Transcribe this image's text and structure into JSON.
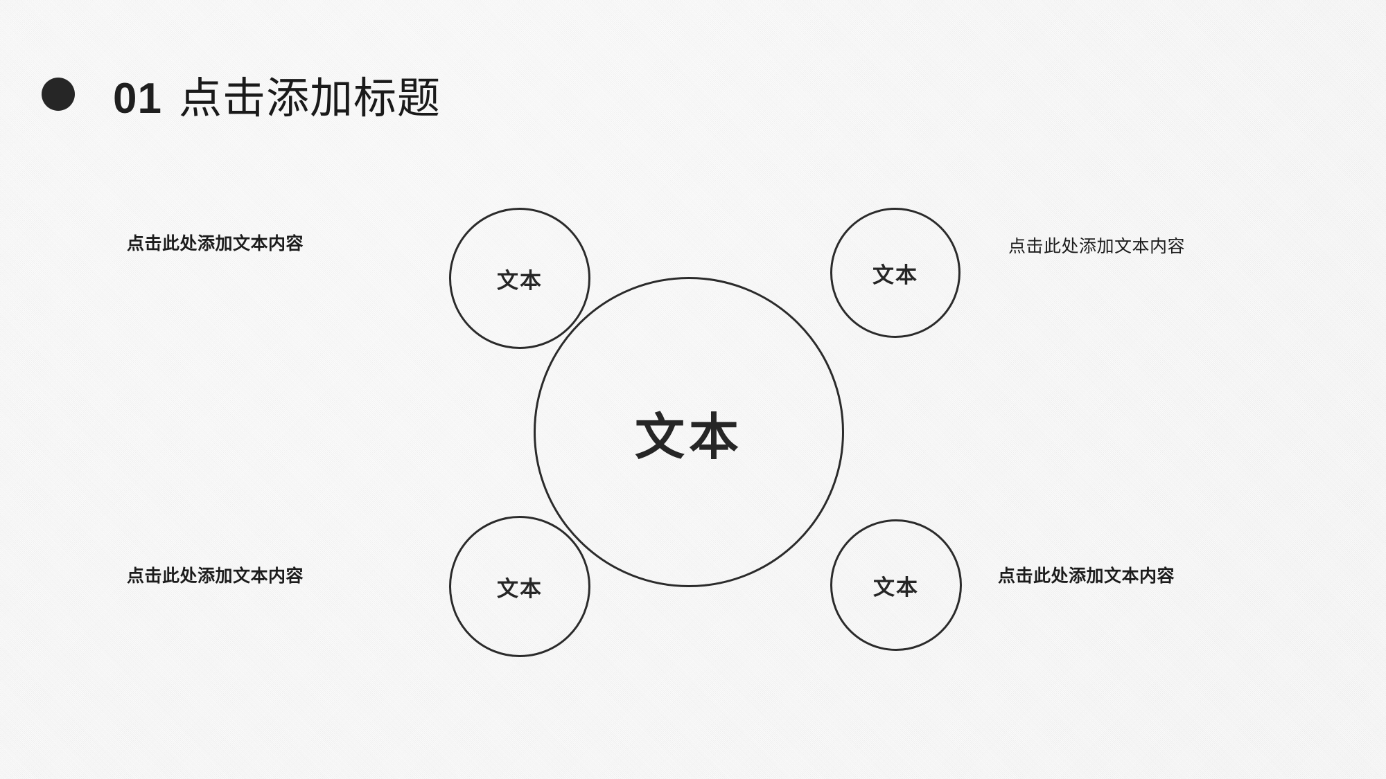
{
  "slide": {
    "background_color": "#f2f2f2",
    "ink_color": "#262626"
  },
  "title": {
    "bullet_icon": "filled-circle-bullet",
    "number": "01",
    "text": "点击添加标题"
  },
  "diagram": {
    "type": "hub-and-spoke-circles",
    "center": {
      "label": "文本"
    },
    "nodes": [
      {
        "position": "top-left",
        "label": "文本"
      },
      {
        "position": "top-right",
        "label": "文本"
      },
      {
        "position": "bottom-left",
        "label": "文本"
      },
      {
        "position": "bottom-right",
        "label": "文本"
      }
    ],
    "descriptions": [
      {
        "position": "top-left",
        "text": "点击此处添加文本内容",
        "weight": "bold"
      },
      {
        "position": "top-right",
        "text": "点击此处添加文本内容",
        "weight": "regular"
      },
      {
        "position": "bottom-left",
        "text": "点击此处添加文本内容",
        "weight": "bold"
      },
      {
        "position": "bottom-right",
        "text": "点击此处添加文本内容",
        "weight": "bold"
      }
    ]
  }
}
